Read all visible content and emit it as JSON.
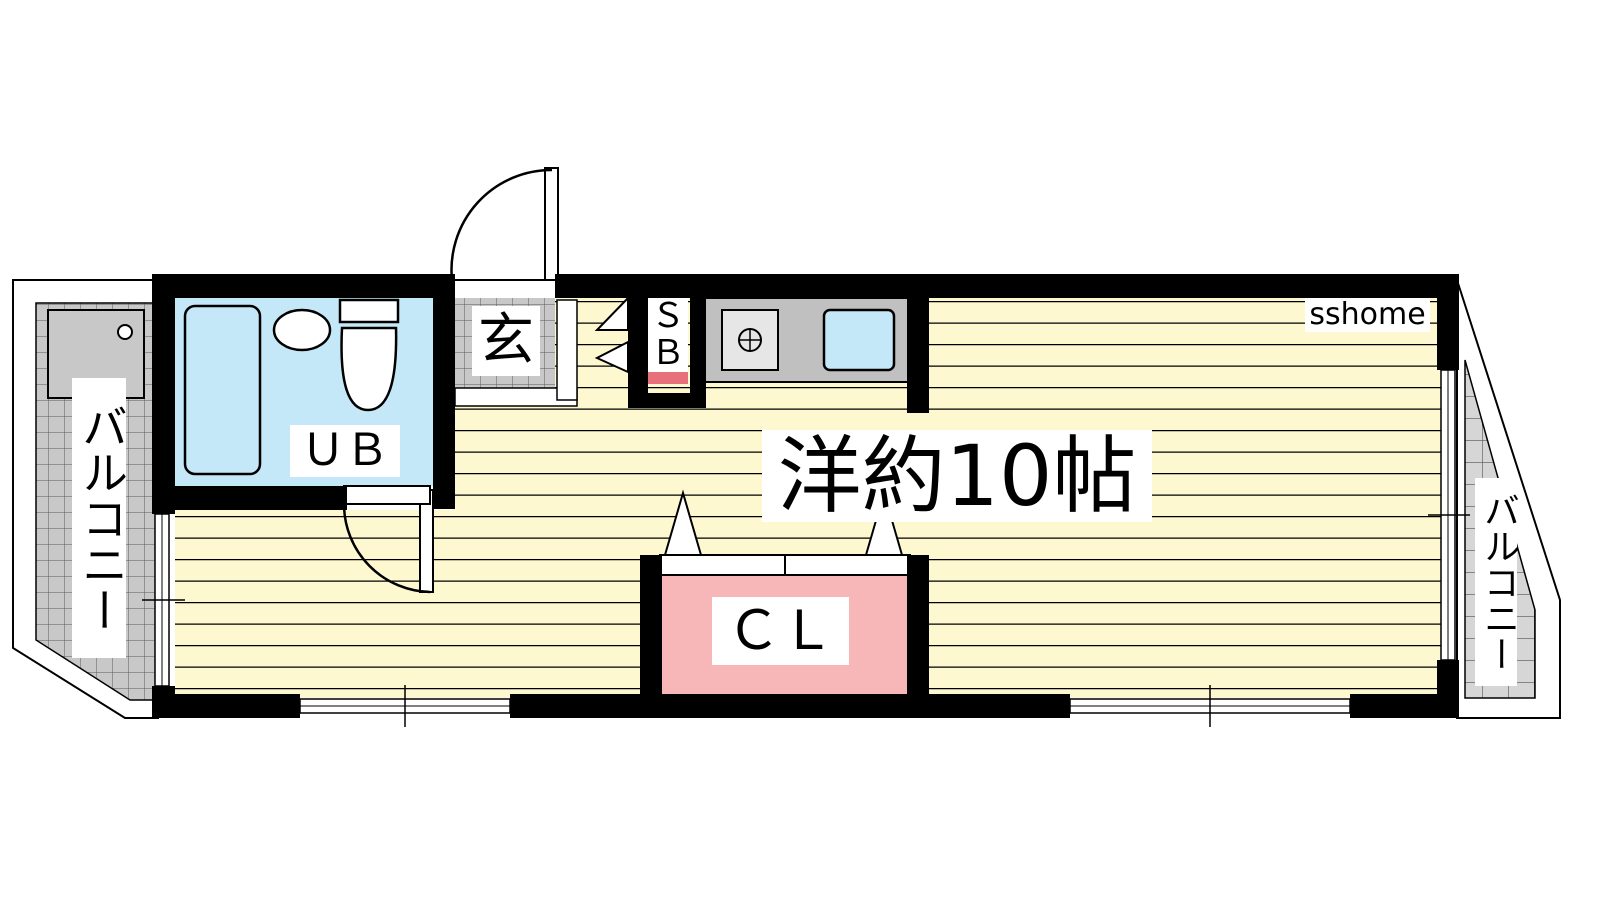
{
  "floorplan": {
    "watermark": "sshome",
    "rooms": {
      "western_room": "洋約10帖",
      "unit_bath": "ＵＢ",
      "entrance": "玄",
      "shoe_box": "ＳＢ",
      "closet": "ＣＬ",
      "balcony_left": "バルコニー",
      "balcony_right": "バルコニー"
    }
  },
  "colors": {
    "wall": "#000000",
    "floor_wood": "#fdf8cf",
    "floor_line": "#000000",
    "bath_blue": "#c5e8f8",
    "closet_pink": "#f7b6b8",
    "balcony_gray": "#c8c8c8",
    "kitchen_gray": "#c0c0c0",
    "sb_red": "#e8707a"
  }
}
